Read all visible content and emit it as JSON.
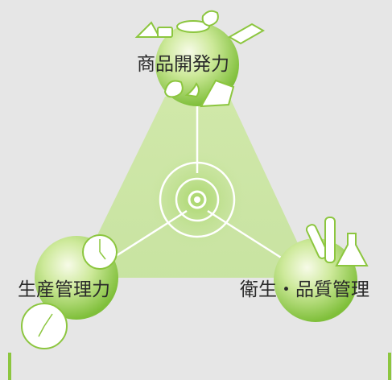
{
  "labels": {
    "top": "商品開発力",
    "left": "生産管理力",
    "right": "衛生・品質管理"
  },
  "colors": {
    "background": "#e6e6e6",
    "green_dark": "#8cc63f",
    "green_light": "#d8efa8",
    "triangle": "#c5e39a",
    "line": "#ffffff"
  },
  "icons": [
    "food-icons",
    "clock-icon",
    "test-tube-icon",
    "flask-icon",
    "target-icon"
  ]
}
